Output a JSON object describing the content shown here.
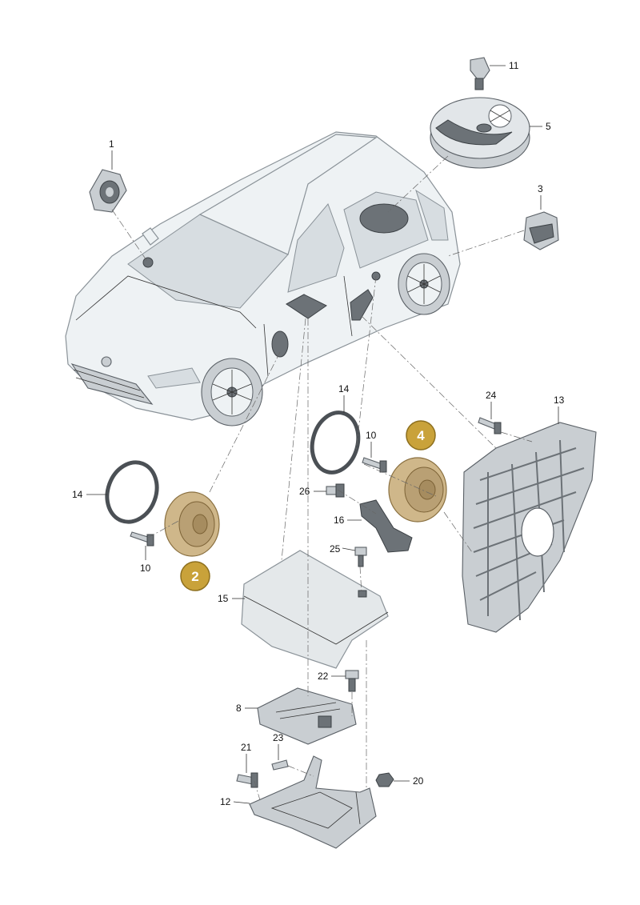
{
  "diagram": {
    "callouts": [
      {
        "id": "c1",
        "text": "1"
      },
      {
        "id": "c11",
        "text": "11"
      },
      {
        "id": "c5",
        "text": "5"
      },
      {
        "id": "c3",
        "text": "3"
      },
      {
        "id": "c14a",
        "text": "14"
      },
      {
        "id": "c13",
        "text": "13"
      },
      {
        "id": "c24",
        "text": "24"
      },
      {
        "id": "c10a",
        "text": "10"
      },
      {
        "id": "c26",
        "text": "26"
      },
      {
        "id": "c16",
        "text": "16"
      },
      {
        "id": "c25",
        "text": "25"
      },
      {
        "id": "c14b",
        "text": "14"
      },
      {
        "id": "c10b",
        "text": "10"
      },
      {
        "id": "c15",
        "text": "15"
      },
      {
        "id": "c22",
        "text": "22"
      },
      {
        "id": "c8",
        "text": "8"
      },
      {
        "id": "c23",
        "text": "23"
      },
      {
        "id": "c21",
        "text": "21"
      },
      {
        "id": "c20",
        "text": "20"
      },
      {
        "id": "c12",
        "text": "12"
      }
    ],
    "badges": [
      {
        "id": "b2",
        "text": "2"
      },
      {
        "id": "b4",
        "text": "4"
      }
    ],
    "colors": {
      "badge_fill": "#c9a23a",
      "badge_stroke": "#8d6f1e",
      "highlight_part": "#cfb78a"
    }
  }
}
